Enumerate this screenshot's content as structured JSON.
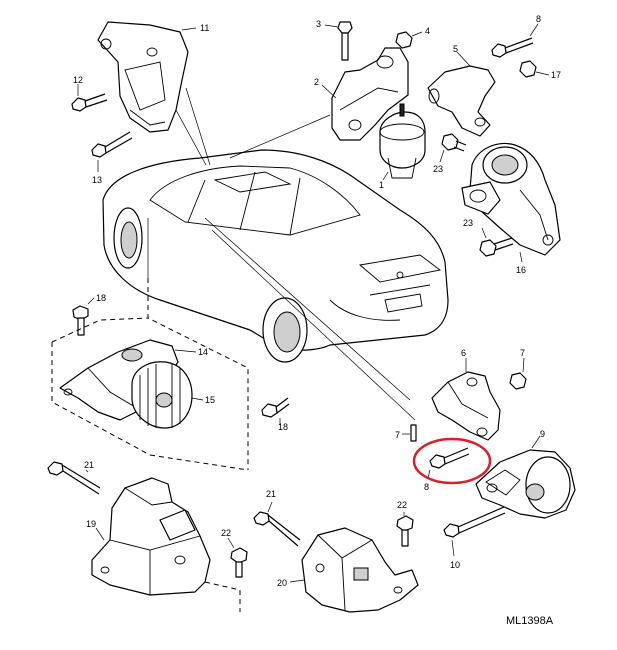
{
  "diagram": {
    "reference_code": "ML1398A",
    "highlight_color": "#d8202a",
    "callouts": {
      "c1": "1",
      "c2": "2",
      "c3": "3",
      "c4": "4",
      "c5": "5",
      "c6": "6",
      "c7a": "7",
      "c7b": "7",
      "c8a": "8",
      "c8b": "8",
      "c9": "9",
      "c10": "10",
      "c11": "11",
      "c12": "12",
      "c13": "13",
      "c14": "14",
      "c15": "15",
      "c16": "16",
      "c17": "17",
      "c18a": "18",
      "c18b": "18",
      "c19": "19",
      "c20": "20",
      "c21a": "21",
      "c21b": "21",
      "c22a": "22",
      "c22b": "22",
      "c23a": "23",
      "c23b": "23"
    }
  }
}
